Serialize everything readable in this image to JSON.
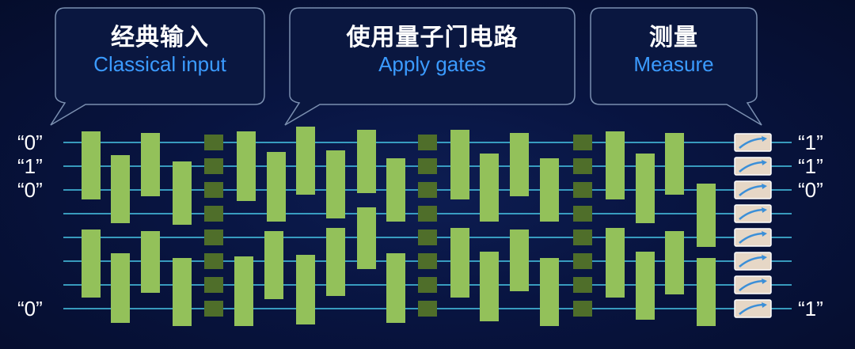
{
  "callouts": [
    {
      "title_zh": "经典输入",
      "title_en": "Classical  input"
    },
    {
      "title_zh": "使用量子门电路",
      "title_en": "Apply gates"
    },
    {
      "title_zh": "测量",
      "title_en": "Measure"
    }
  ],
  "inputs": [
    "“0”",
    "“1”",
    "“0”",
    "",
    "",
    "",
    "",
    "“0”"
  ],
  "outputs": [
    "“1”",
    "“1”",
    "“0”",
    "",
    "",
    "",
    "",
    "“1”"
  ],
  "colors": {
    "wire": "#48c8e8",
    "gate": "#93c15a",
    "entangler": "#4f6e2a",
    "callout_border": "#7b8fb0",
    "meter_bg": "#e6d7c6",
    "meter_needle": "#3b8fd8"
  },
  "icons": {
    "meter": "measurement-meter-icon"
  }
}
